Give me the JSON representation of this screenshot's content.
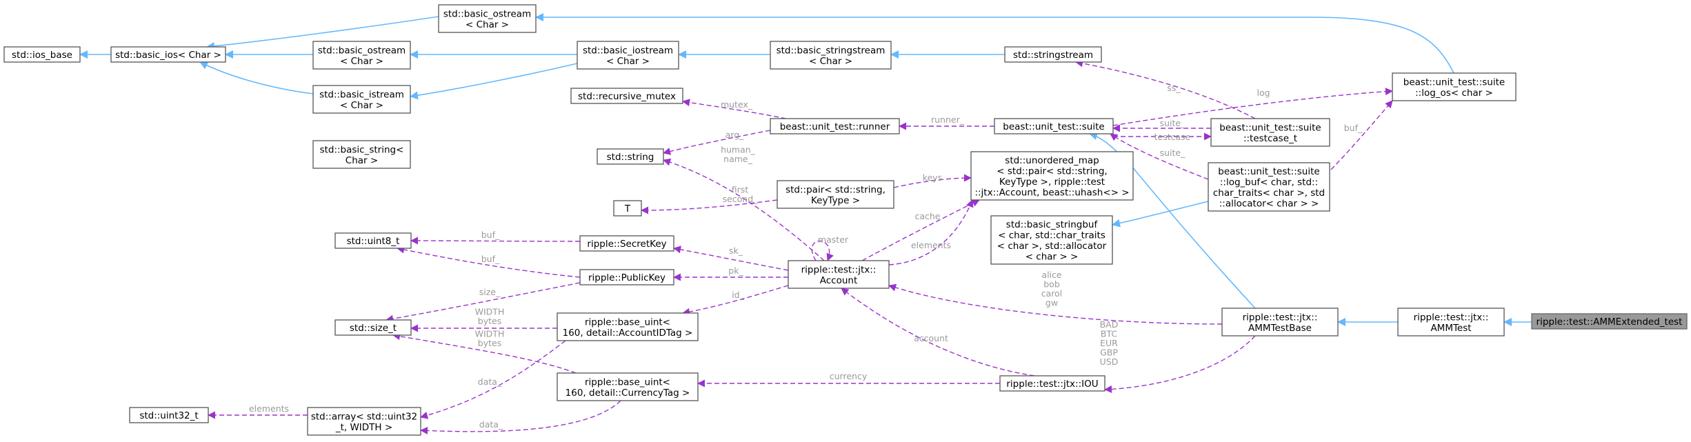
{
  "colors": {
    "inheritance_edge": "#63b8ff",
    "usage_edge": "#9a32cd",
    "edge_label": "#9a9a9a",
    "highlight_node": "#999999",
    "node_border": "#555555"
  },
  "nodes": {
    "ios_base": [
      "std::ios_base"
    ],
    "basic_ios": [
      "std::basic_ios< Char >"
    ],
    "basic_ostream_top": [
      "std::basic_ostream",
      "< Char >"
    ],
    "basic_ostream_mid": [
      "std::basic_ostream",
      "< Char >"
    ],
    "basic_istream": [
      "std::basic_istream",
      "< Char >"
    ],
    "basic_iostream": [
      "std::basic_iostream",
      "< Char >"
    ],
    "basic_stringstream": [
      "std::basic_stringstream",
      "< Char >"
    ],
    "stringstream": [
      "std::stringstream"
    ],
    "log_os": [
      "beast::unit_test::suite",
      "::log_os< char >"
    ],
    "recursive_mutex": [
      "std::recursive_mutex"
    ],
    "runner": [
      "beast::unit_test::runner"
    ],
    "suite": [
      "beast::unit_test::suite"
    ],
    "testcase": [
      "beast::unit_test::suite",
      "::testcase_t"
    ],
    "basic_string": [
      "std::basic_string<",
      "Char >"
    ],
    "string": [
      "std::string"
    ],
    "unordered_map": [
      "std::unordered_map",
      "< std::pair< std::string,",
      "KeyType >, ripple::test",
      "::jtx::Account, beast::uhash<> >"
    ],
    "log_buf": [
      "beast::unit_test::suite",
      "::log_buf< char, std::",
      "char_traits< char >, std",
      "::allocator< char > >"
    ],
    "T": [
      "T"
    ],
    "pair": [
      "std::pair< std::string,",
      "KeyType >"
    ],
    "uint8": [
      "std::uint8_t"
    ],
    "secretkey": [
      "ripple::SecretKey"
    ],
    "publickey": [
      "ripple::PublicKey"
    ],
    "account": [
      "ripple::test::jtx::",
      "Account"
    ],
    "basic_stringbuf": [
      "std::basic_stringbuf",
      "< char, std::char_traits",
      "< char >, std::allocator",
      "< char > >"
    ],
    "size_t": [
      "std::size_t"
    ],
    "base_uint_acc": [
      "ripple::base_uint<",
      "160, detail::AccountIDTag >"
    ],
    "ammtestbase": [
      "ripple::test::jtx::",
      "AMMTestBase"
    ],
    "ammtest": [
      "ripple::test::jtx::",
      "AMMTest"
    ],
    "ammextended": [
      "ripple::test::AMMExtended_test"
    ],
    "base_uint_cur": [
      "ripple::base_uint<",
      "160, detail::CurrencyTag >"
    ],
    "iou": [
      "ripple::test::jtx::IOU"
    ],
    "uint32": [
      "std::uint32_t"
    ],
    "array": [
      "std::array< std::uint32",
      "_t, WIDTH >"
    ]
  },
  "edge_labels": {
    "log": [
      "log"
    ],
    "ss": [
      "ss_"
    ],
    "buf_log": [
      "buf_"
    ],
    "mutex": [
      "mutex_"
    ],
    "runner": [
      "runner_"
    ],
    "suite1": [
      "suite_"
    ],
    "testcase": [
      "testcase"
    ],
    "suite2": [
      "suite_"
    ],
    "arg": [
      "arg_"
    ],
    "human_name": [
      "human_",
      "name_"
    ],
    "keys": [
      "keys"
    ],
    "first_second": [
      "first",
      "second_"
    ],
    "cache": [
      "cache"
    ],
    "master": [
      "master"
    ],
    "elements_acc": [
      "elements"
    ],
    "buf_sk": [
      "buf_"
    ],
    "sk": [
      "sk_"
    ],
    "buf_pk": [
      "buf_"
    ],
    "pk": [
      "pk_"
    ],
    "size": [
      "size_"
    ],
    "id": [
      "id_"
    ],
    "alice": [
      "alice",
      "bob",
      "carol",
      "gw"
    ],
    "width1": [
      "WIDTH",
      "bytes"
    ],
    "width2": [
      "WIDTH",
      "bytes"
    ],
    "account_iou": [
      "account"
    ],
    "data1": [
      "data_"
    ],
    "currency": [
      "currency"
    ],
    "bad_usd": [
      "BAD",
      "BTC",
      "EUR",
      "GBP",
      "USD"
    ],
    "elements_arr": [
      "elements"
    ],
    "data2": [
      "data_"
    ]
  }
}
